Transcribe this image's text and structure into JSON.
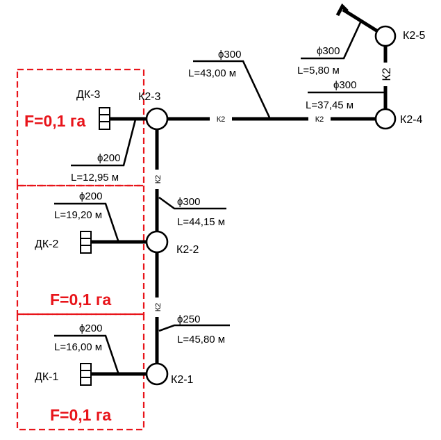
{
  "colors": {
    "zone": "#e8141a",
    "line": "#000000"
  },
  "areas": [
    {
      "label": "F=0,1 га"
    },
    {
      "label": "F=0,1 га"
    },
    {
      "label": "F=0,1 га"
    }
  ],
  "wells": {
    "k2_1": "К2-1",
    "k2_2": "К2-2",
    "k2_3": "К2-3",
    "k2_4": "К2-4",
    "k2_5": "К2-5"
  },
  "inlets": {
    "dk_1": "ДК-1",
    "dk_2": "ДК-2",
    "dk_3": "ДК-3"
  },
  "pipes": {
    "dk3_k23": {
      "diameter": "ϕ200",
      "length": "L=12,95 м"
    },
    "dk2_k22": {
      "diameter": "ϕ200",
      "length": "L=19,20 м"
    },
    "dk1_k21": {
      "diameter": "ϕ200",
      "length": "L=16,00 м"
    },
    "k23_k22": {
      "diameter": "ϕ300",
      "length": "L=44,15 м"
    },
    "k22_k21": {
      "diameter": "ϕ250",
      "length": "L=45,80 м"
    },
    "k23_k24": {
      "diameter": "ϕ300",
      "length": "L=43,00 м"
    },
    "k24_k24b": {
      "diameter": "ϕ300",
      "length": "L=37,45 м"
    },
    "k24_k25": {
      "diameter": "ϕ300",
      "length": "L=5,80 м"
    }
  },
  "network_code": "К2"
}
